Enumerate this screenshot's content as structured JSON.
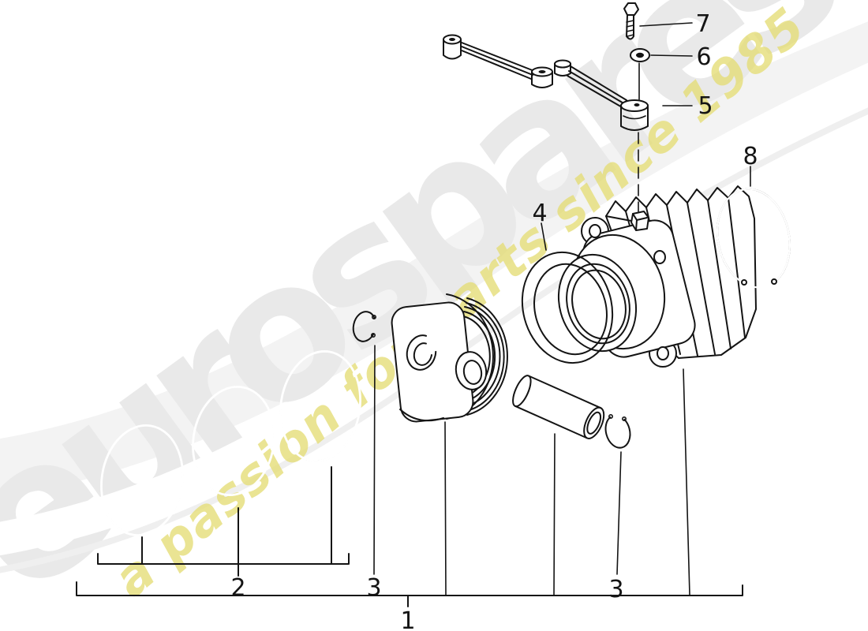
{
  "page": {
    "background": "#ffffff",
    "line_color": "#141414"
  },
  "watermark": {
    "brand": "eurospares",
    "tagline": "a passion for parts since 1985",
    "brand_color": "#e9e9e9",
    "tagline_color": "#e4dc74"
  },
  "callouts": {
    "assembly": "1",
    "piston_rings": "2",
    "circlip_left": "3",
    "circlip_right": "3",
    "sealing_ring": "4",
    "bracket": "5",
    "washer": "6",
    "bolt": "7",
    "snap_ring": "8"
  }
}
